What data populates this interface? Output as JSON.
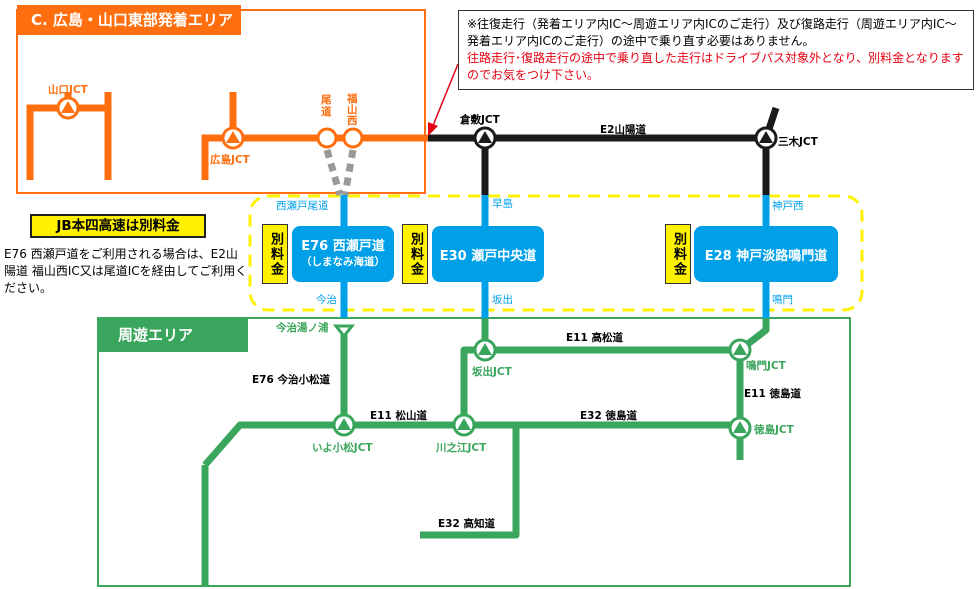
{
  "areas": {
    "hiroshima_title": "C. 広島・山口東部発着エリア",
    "loop_title": "周遊エリア"
  },
  "notice": {
    "line1": "※往復走行（発着エリア内IC～周遊エリア内ICのご走行）及び復路走行（周遊エリア内IC～発着エリア内ICのご走行）の途中で乗り直す必要はありません。",
    "line2": "往路走行･復路走行の途中で乗り直した走行はドライブパス対象外となり、別料金となりますのでお気をつけ下さい。"
  },
  "jb": {
    "title": "JB本四高速は別料金",
    "desc": "E76 西瀬戸道をご利用される場合は、E2山陽道 福山西IC又は尾道ICを経由してご利用ください。"
  },
  "fee_label": "別料金",
  "bridges": [
    {
      "name": "E76 西瀬戸道",
      "sub": "（しまなみ海道）"
    },
    {
      "name": "E30 瀬戸中央道",
      "sub": ""
    },
    {
      "name": "E28 神戸淡路鳴門道",
      "sub": ""
    }
  ],
  "labels": {
    "yamaguchi_jct": "山口JCT",
    "hiroshima_jct": "広島JCT",
    "onomichi": "尾道",
    "fukuyama_nishi": "福山西",
    "kurashiki_jct": "倉敷JCT",
    "e2": "E2山陽道",
    "miki_jct": "三木JCT",
    "nishiseto_onomichi": "西瀬戸尾道",
    "hayashima": "早島",
    "kobe_nishi": "神戸西",
    "imabari": "今治",
    "sakaide": "坂出",
    "naruto": "鳴門",
    "imabari_yunoura": "今治湯ノ浦",
    "e11_takamatsu": "E11 高松道",
    "sakaide_jct": "坂出JCT",
    "naruto_jct": "鳴門JCT",
    "e76_imabari_komatsu": "E76 今治小松道",
    "e11_tokushima": "E11 徳島道",
    "e11_matsuyama": "E11 松山道",
    "e32_tokushima": "E32 徳島道",
    "iyo_komatsu_jct": "いよ小松JCT",
    "kawanoe_jct": "川之江JCT",
    "tokushima_jct": "徳島JCT",
    "e32_kochi": "E32 高知道"
  },
  "colors": {
    "orange": "#ff6f0f",
    "green": "#3aa55c",
    "black": "#1a1a1a",
    "blue": "#00a0e9",
    "yellow": "#fff100"
  }
}
